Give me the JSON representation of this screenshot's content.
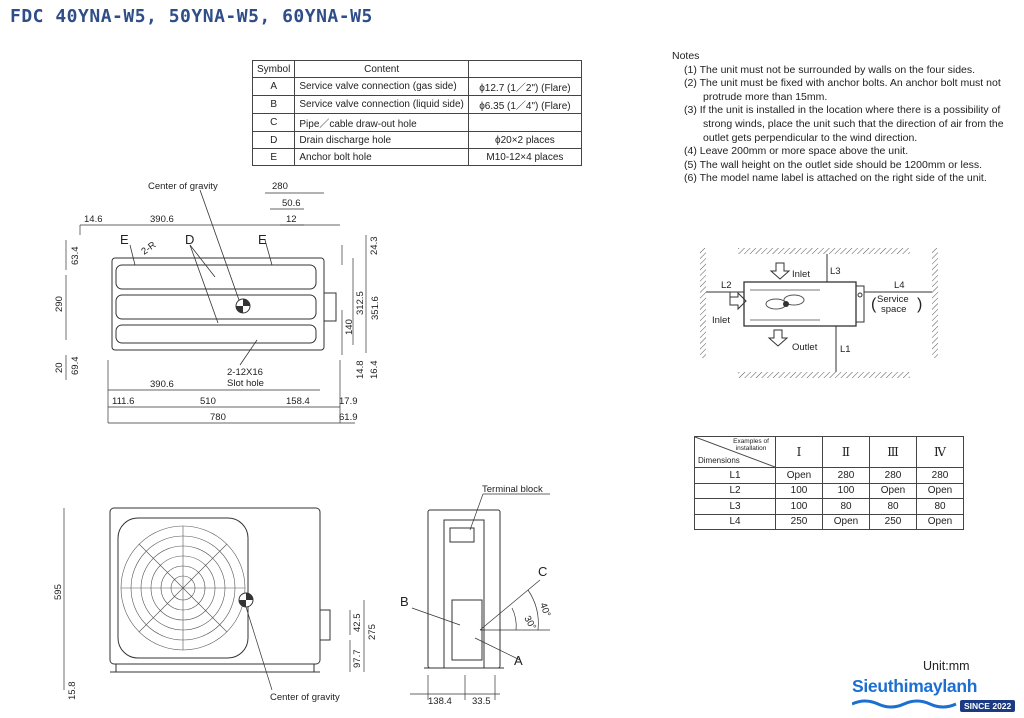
{
  "title": "FDC 40YNA-W5, 50YNA-W5, 60YNA-W5",
  "spec_table": {
    "headers": [
      "Symbol",
      "Content",
      ""
    ],
    "rows": [
      {
        "symbol": "A",
        "content": "Service valve connection (gas side)",
        "spec": "ϕ12.7 (1／2\") (Flare)"
      },
      {
        "symbol": "B",
        "content": "Service valve connection (liquid side)",
        "spec": "ϕ6.35 (1／4\") (Flare)"
      },
      {
        "symbol": "C",
        "content": "Pipe／cable draw-out hole",
        "spec": ""
      },
      {
        "symbol": "D",
        "content": "Drain discharge hole",
        "spec": "ϕ20×2 places"
      },
      {
        "symbol": "E",
        "content": "Anchor bolt hole",
        "spec": "M10-12×4 places"
      }
    ]
  },
  "notes": {
    "heading": "Notes",
    "items": [
      {
        "num": "(1)",
        "lines": [
          "The unit must not be surrounded by walls on the four sides."
        ]
      },
      {
        "num": "(2)",
        "lines": [
          "The unit must be fixed with anchor bolts. An anchor bolt must not",
          "protrude more than 15mm."
        ]
      },
      {
        "num": "(3)",
        "lines": [
          "If the unit is installed in the location where there is a possibility of",
          "strong winds, place the unit such that the direction of air from the",
          "outlet gets perpendicular to the wind direction."
        ]
      },
      {
        "num": "(4)",
        "lines": [
          "Leave 200mm or more space above the unit."
        ]
      },
      {
        "num": "(5)",
        "lines": [
          "The wall height on the outlet side should be 1200mm or less."
        ]
      },
      {
        "num": "(6)",
        "lines": [
          "The model name label is attached on the right side of the unit."
        ]
      }
    ]
  },
  "install_diagram": {
    "inlet_top": "Inlet",
    "inlet_left": "Inlet",
    "outlet": "Outlet",
    "service_space": [
      "Service",
      "space"
    ],
    "l1": "L1",
    "l2": "L2",
    "l3": "L3",
    "l4": "L4"
  },
  "install_table": {
    "corner_top": "Examples of installation",
    "corner_bottom": "Dimensions",
    "columns": [
      "Ⅰ",
      "Ⅱ",
      "Ⅲ",
      "Ⅳ"
    ],
    "rows": [
      {
        "label": "L1",
        "values": [
          "Open",
          "280",
          "280",
          "280"
        ]
      },
      {
        "label": "L2",
        "values": [
          "100",
          "100",
          "Open",
          "Open"
        ]
      },
      {
        "label": "L3",
        "values": [
          "100",
          "80",
          "80",
          "80"
        ]
      },
      {
        "label": "L4",
        "values": [
          "250",
          "Open",
          "250",
          "Open"
        ]
      }
    ]
  },
  "top_view": {
    "labels": {
      "cog": "Center of gravity",
      "e1": "E",
      "e2": "E",
      "d": "D",
      "radius": "2-R",
      "slot": [
        "2-12X16",
        "Slot hole"
      ]
    },
    "dims": {
      "d280": "280",
      "d506": "50.6",
      "d12": "12",
      "d146": "14.6",
      "d3906a": "390.6",
      "d243": "24.3",
      "d634": "63.4",
      "d290": "290",
      "d3125": "312.5",
      "d3516": "351.6",
      "d140": "140",
      "d20": "20",
      "d694": "69.4",
      "d148": "14.8",
      "d164": "16.4",
      "d3906b": "390.6",
      "d1116": "111.6",
      "d510": "510",
      "d1584": "158.4",
      "d179": "17.9",
      "d780": "780",
      "d619": "61.9"
    }
  },
  "front_view": {
    "labels": {
      "cog": "Center of gravity"
    },
    "dims": {
      "d595": "595",
      "d425": "42.5",
      "d275": "275",
      "d977": "97.7",
      "d158": "15.8"
    }
  },
  "side_view": {
    "labels": {
      "terminal": "Terminal block",
      "a": "A",
      "b": "B",
      "c": "C",
      "ang40": "40°",
      "ang30": "30°"
    },
    "dims": {
      "d1384": "138.4",
      "d335": "33.5"
    }
  },
  "unit_label": "Unit:mm",
  "brand": {
    "name": "Sieuthimaylanh",
    "since": "SINCE 2022"
  }
}
